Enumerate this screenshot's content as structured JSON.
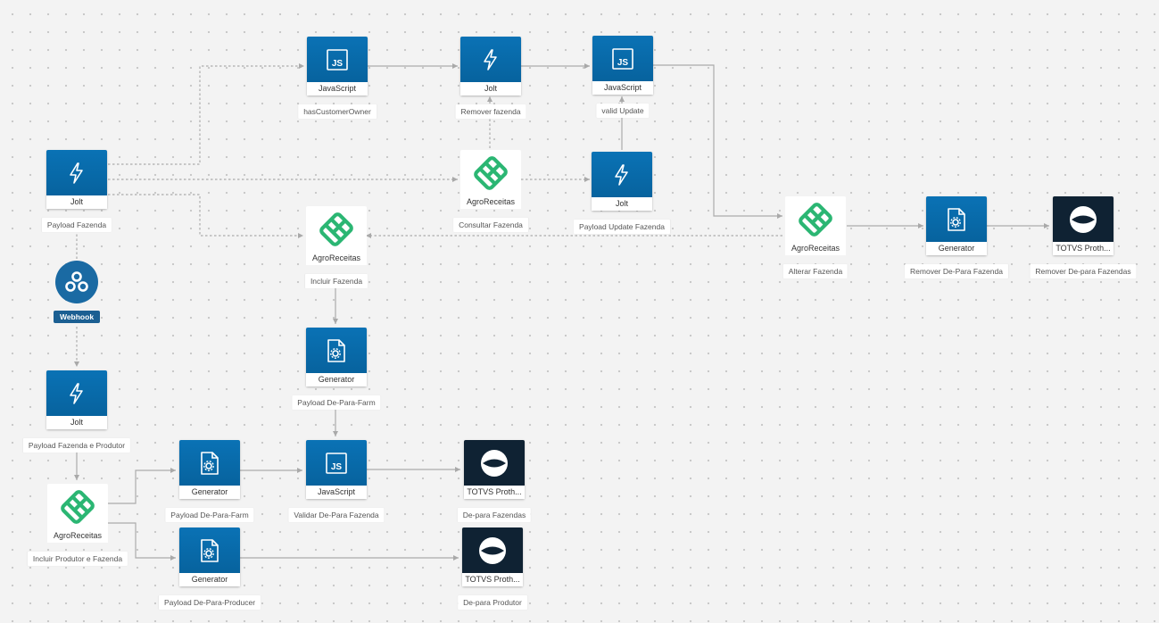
{
  "trigger": {
    "label": "Webhook",
    "icon": "webhook-icon"
  },
  "nodes": {
    "jolt_payload_fazenda": {
      "type": "Jolt",
      "caption": "Payload Fazenda",
      "icon": "lightning-icon"
    },
    "js_has_customer_owner": {
      "type": "JavaScript",
      "caption": "hasCustomerOwner",
      "icon": "js-icon"
    },
    "jolt_remover_fazenda": {
      "type": "Jolt",
      "caption": "Remover fazenda",
      "icon": "lightning-icon"
    },
    "js_valid_update": {
      "type": "JavaScript",
      "caption": "valid Update",
      "icon": "js-icon"
    },
    "agro_consultar_fazenda": {
      "type": "AgroReceitas",
      "caption": "Consultar Fazenda",
      "icon": "agroreceitas-logo-icon"
    },
    "jolt_payload_update_fazenda": {
      "type": "Jolt",
      "caption": "Payload Update Fazenda",
      "icon": "lightning-icon"
    },
    "agro_incluir_fazenda": {
      "type": "AgroReceitas",
      "caption": "Incluir Fazenda",
      "icon": "agroreceitas-logo-icon"
    },
    "agro_alterar_fazenda": {
      "type": "AgroReceitas",
      "caption": "Alterar Fazenda",
      "icon": "agroreceitas-logo-icon"
    },
    "gen_remover_depara_fazenda": {
      "type": "Generator",
      "caption": "Remover De-Para Fazenda",
      "icon": "document-gear-icon"
    },
    "totvs_remover_depara_fazendas": {
      "type": "TOTVS Proth...",
      "caption": "Remover De-para Fazendas",
      "icon": "totvs-logo-icon"
    },
    "gen_payload_depara_farm_1": {
      "type": "Generator",
      "caption": "Payload De-Para-Farm",
      "icon": "document-gear-icon"
    },
    "jolt_payload_fazenda_produtor": {
      "type": "Jolt",
      "caption": "Payload Fazenda e Produtor",
      "icon": "lightning-icon"
    },
    "agro_incluir_produtor_fazenda": {
      "type": "AgroReceitas",
      "caption": "Incluir Produtor e Fazenda",
      "icon": "agroreceitas-logo-icon"
    },
    "gen_payload_depara_farm_2": {
      "type": "Generator",
      "caption": "Payload De-Para-Farm",
      "icon": "document-gear-icon"
    },
    "js_validar_depara_fazenda": {
      "type": "JavaScript",
      "caption": "Validar De-Para Fazenda",
      "icon": "js-icon"
    },
    "totvs_depara_fazendas": {
      "type": "TOTVS Proth...",
      "caption": "De-para Fazendas",
      "icon": "totvs-logo-icon"
    },
    "gen_payload_depara_producer": {
      "type": "Generator",
      "caption": "Payload De-Para-Producer",
      "icon": "document-gear-icon"
    },
    "totvs_depara_produtor": {
      "type": "TOTVS Proth...",
      "caption": "De-para Produtor",
      "icon": "totvs-logo-icon"
    }
  },
  "colors": {
    "node_blue": "#0a72b5",
    "agro_green": "#2bb673",
    "totvs_dark": "#0f2233",
    "wire": "#a9a9a9"
  }
}
